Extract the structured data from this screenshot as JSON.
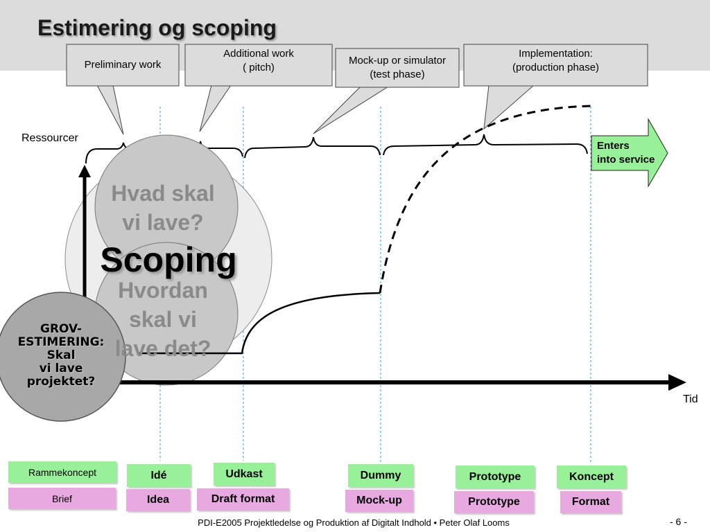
{
  "title": "Estimering og scoping",
  "callouts": [
    {
      "text": "Preliminary work"
    },
    {
      "text": "Additional work\n( pitch)"
    },
    {
      "text": "Mock-up or simulator\n(test phase)"
    },
    {
      "text": "Implementation:\n(production phase)"
    }
  ],
  "axis": {
    "y_label": "Ressourcer",
    "x_label": "Tid"
  },
  "circle_texts": {
    "top": "Hvad skal\nvi lave?",
    "bottom": "Hvordan\nskal vi\nlave det?",
    "center": "Scoping",
    "grov": "GROV-\nESTIMERING:\nSkal\nvi lave\nprojektet?"
  },
  "service_arrow": {
    "text": "Enters\ninto service"
  },
  "phase_boxes": {
    "green": [
      "Rammekoncept",
      "Idé",
      "Udkast",
      "Dummy",
      "Prototype",
      "Koncept"
    ],
    "pink": [
      "Brief",
      "Idea",
      "Draft format",
      "Mock-up",
      "Prototype",
      "Format"
    ]
  },
  "colors": {
    "header_band": "#dcdcdc",
    "green_box": "#98f098",
    "pink_box": "#e8a8e0",
    "arrow_green": "#98f098",
    "guide_line": "#2aa6d6"
  },
  "footer": "PDI-E2005 Projektledelse og Produktion af Digitalt Indhold •  Peter Olaf Looms",
  "page_number": "- 6 -"
}
